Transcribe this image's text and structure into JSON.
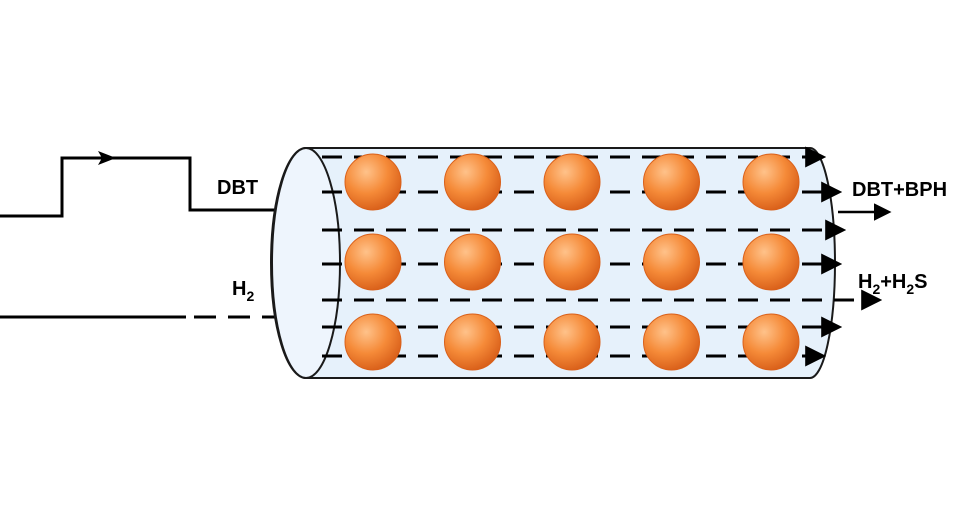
{
  "labels": {
    "dbt_in": "DBT",
    "h2_in_main": "H",
    "h2_in_sub": "2",
    "out_top": "DBT+BPH",
    "out_bottom_a": "H",
    "out_bottom_a_sub": "2",
    "out_bottom_b": "+H",
    "out_bottom_b_sub": "2",
    "out_bottom_c": "S"
  },
  "colors": {
    "line": "#000000",
    "reactor_fill": "#e6f1fb",
    "reactor_stroke": "#1a1a1a",
    "particle_light": "#ffc28a",
    "particle_mid": "#f58a38",
    "particle_dark": "#d9601a"
  },
  "particles": {
    "rows": 3,
    "cols": 5
  }
}
